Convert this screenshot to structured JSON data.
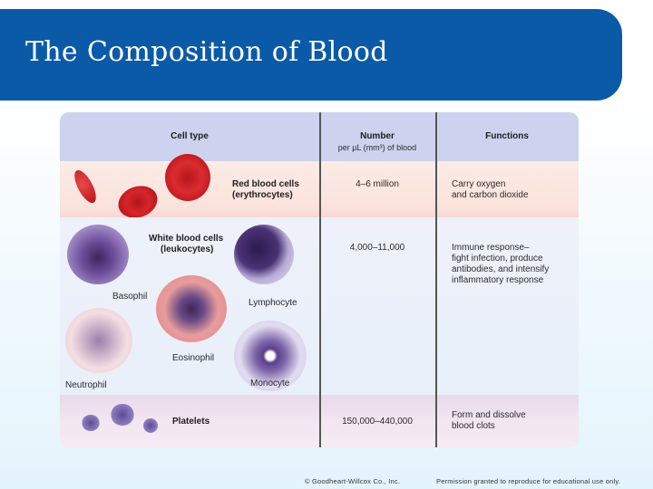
{
  "slide": {
    "title": "The Composition of Blood"
  },
  "table": {
    "headers": {
      "cell_type": "Cell type",
      "number_title": "Number",
      "number_unit": "per µL (mm³) of blood",
      "functions": "Functions"
    },
    "rows": [
      {
        "cell_type_line1": "Red blood cells",
        "cell_type_line2": "(erythrocytes)",
        "number": "4–6 million",
        "function_line1": "Carry oxygen",
        "function_line2": "and carbon dioxide"
      },
      {
        "cell_type_line1": "White blood cells",
        "cell_type_line2": "(leukocytes)",
        "number": "4,000–11,000",
        "function_line1": "Immune response–",
        "function_line2": "fight infection, produce",
        "function_line3": "antibodies, and intensify",
        "function_line4": "inflammatory response",
        "subtypes": [
          "Basophil",
          "Lymphocyte",
          "Eosinophil",
          "Neutrophil",
          "Monocyte"
        ]
      },
      {
        "cell_type_line1": "Platelets",
        "number": "150,000–440,000",
        "function_line1": "Form and dissolve",
        "function_line2": "blood clots"
      }
    ]
  },
  "colors": {
    "title_bar": "#0b5aa8",
    "header_row": "#cdd3ee",
    "red_cell": "#c8161e",
    "wbc_purple": "#5a3f8c"
  },
  "footer": {
    "copyright": "© Goodheart-Willcox Co., Inc.",
    "permission": "Permission granted to reproduce for educational use only."
  }
}
